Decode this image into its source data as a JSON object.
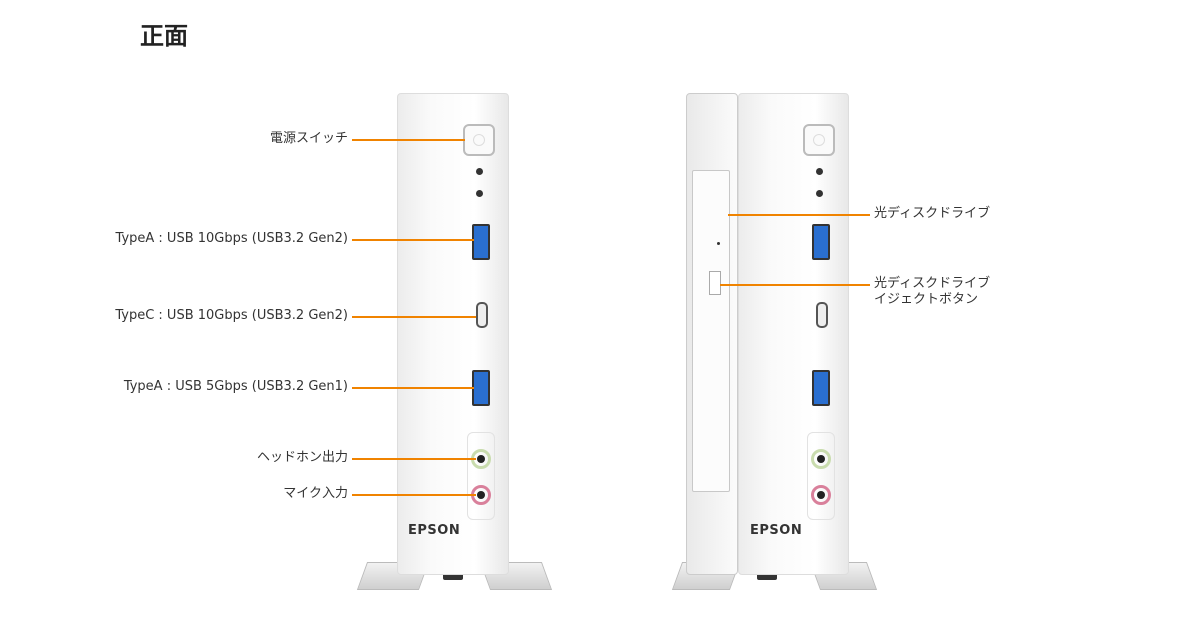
{
  "title": "正面",
  "left_callouts": [
    {
      "label": "電源スイッチ"
    },
    {
      "label": "TypeA : USB 10Gbps (USB3.2 Gen2)"
    },
    {
      "label": "TypeC : USB 10Gbps (USB3.2 Gen2)"
    },
    {
      "label": "TypeA : USB 5Gbps (USB3.2 Gen1)"
    },
    {
      "label": "ヘッドホン出力"
    },
    {
      "label": "マイク入力"
    }
  ],
  "right_callouts": [
    {
      "label": "光ディスクドライブ"
    },
    {
      "label_line1": "光ディスクドライブ",
      "label_line2": "イジェクトボタン"
    }
  ],
  "brand_logo": "EPSON",
  "colors": {
    "callout_line": "#f08300",
    "usb_blue": "#2a6fd0"
  }
}
